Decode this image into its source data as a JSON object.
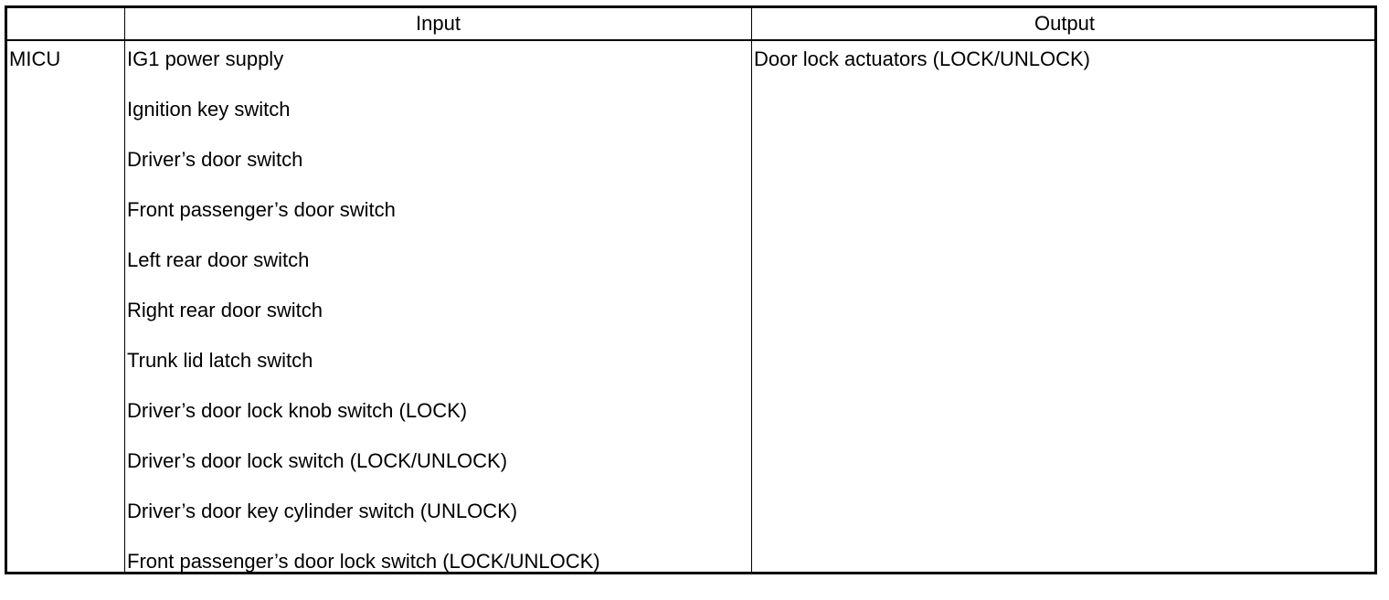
{
  "table": {
    "headers": {
      "unit": "",
      "input": "Input",
      "output": "Output"
    },
    "rows": [
      {
        "unit": "MICU",
        "inputs": [
          "IG1 power supply",
          "Ignition key switch",
          "Driver’s door switch",
          "Front passenger’s door switch",
          "Left rear door switch",
          "Right rear door switch",
          "Trunk lid latch switch",
          "Driver’s door lock knob switch (LOCK)",
          "Driver’s door lock switch (LOCK/UNLOCK)",
          "Driver’s door key cylinder switch (UNLOCK)",
          "Front passenger’s door lock switch (LOCK/UNLOCK)"
        ],
        "output": "Door lock actuators (LOCK/UNLOCK)"
      }
    ]
  }
}
